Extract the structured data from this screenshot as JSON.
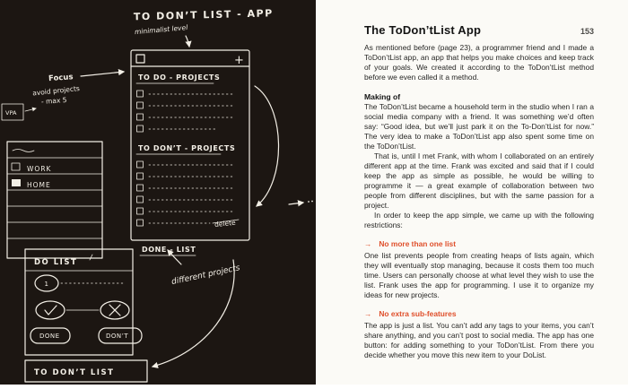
{
  "left_page": {
    "title": "TO DON’T LIST - APP",
    "subtitle": "minimalist level",
    "plus": "+",
    "todo_projects": "TO DO - PROJECTS",
    "todont_projects": "TO DON’T - PROJECTS",
    "delete_note": "delete",
    "done_list": "DONE - LIST",
    "different_projects": "different projects",
    "focus": "Focus",
    "avoid_projects": "avoid projects",
    "max5": "- max 5",
    "vpa": "VPA",
    "work": "WORK",
    "home": "HOME",
    "do_list": "DO LIST",
    "one": "1",
    "done": "DONE",
    "dont": "DON’T",
    "todont_list": "TO DON’T LIST"
  },
  "right_page": {
    "page_number": "153",
    "title": "The ToDon’tList App",
    "arrow": "→",
    "intro": "As mentioned before (page 23), a programmer friend and I made a ToDon’tList app, an app that helps you make choices and keep track of your goals. We created it according to the ToDon’tList method before we even called it a method.",
    "making_of": {
      "heading": "Making of",
      "para1": "The ToDon’tList became a household term in the studio when I ran a social media company with a friend. It was something we’d often say: “Good idea, but we’ll just park it on the To-Don’tList for now.” The very idea to make a ToDon’tList app also spent some time on the ToDon’tList.",
      "para2": "That is, until I met Frank, with whom I collaborated on an entirely different app at the time. Frank was excited and said that if I could keep the app as simple as possible, he would be willing to programme it — a great example of collaboration between two people from different disciplines, but with the same passion for a project.",
      "para3": "In order to keep the app simple, we came up with the following restrictions:"
    },
    "restrictions": [
      {
        "heading": "No more than one list",
        "body": "One list prevents people from creating heaps of lists again, which they will eventually stop managing, because it costs them too much time. Users can personally choose at what level they wish to use the list. Frank uses the app for programming. I use it to organize my ideas for new projects."
      },
      {
        "heading": "No extra sub-features",
        "body": "The app is just a list. You can’t add any tags to your items, you can’t share anything, and you can’t post to social media. The app has one button: for adding something to your ToDon’tList. From there you decide whether you move this new item to your DoList."
      }
    ]
  }
}
